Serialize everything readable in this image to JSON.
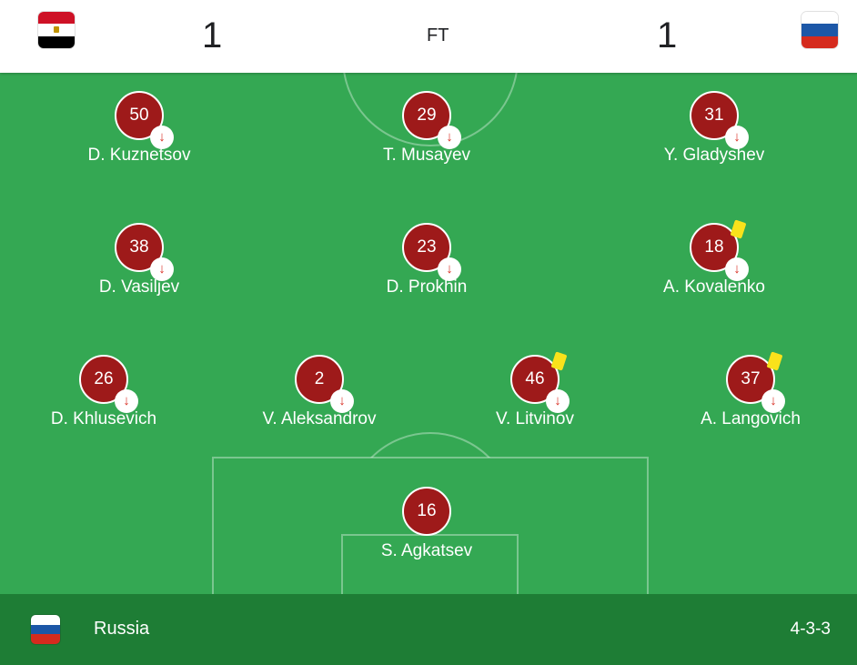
{
  "header": {
    "home_score": "1",
    "away_score": "1",
    "status": "FT",
    "home_flag_icon": "egypt-flag-icon",
    "away_flag_icon": "russia-flag-icon"
  },
  "colors": {
    "pitch": "#34a853",
    "footer": "#1e7d35",
    "badge": "#9e1a1a",
    "yellow_card": "#f9e21b",
    "sub_arrow": "#d93025"
  },
  "lineup": {
    "players": [
      {
        "number": "50",
        "name": "D. Kuznetsov",
        "substituted": true,
        "yellow_card": false
      },
      {
        "number": "29",
        "name": "T. Musayev",
        "substituted": true,
        "yellow_card": false
      },
      {
        "number": "31",
        "name": "Y. Gladyshev",
        "substituted": true,
        "yellow_card": false
      },
      {
        "number": "38",
        "name": "D. Vasiljev",
        "substituted": true,
        "yellow_card": false
      },
      {
        "number": "23",
        "name": "D. Prokhin",
        "substituted": true,
        "yellow_card": false
      },
      {
        "number": "18",
        "name": "A. Kovalenko",
        "substituted": true,
        "yellow_card": true
      },
      {
        "number": "26",
        "name": "D. Khlusevich",
        "substituted": true,
        "yellow_card": false
      },
      {
        "number": "2",
        "name": "V. Aleksandrov",
        "substituted": true,
        "yellow_card": false
      },
      {
        "number": "46",
        "name": "V. Litvinov",
        "substituted": true,
        "yellow_card": true
      },
      {
        "number": "37",
        "name": "A. Langovich",
        "substituted": true,
        "yellow_card": true
      },
      {
        "number": "16",
        "name": "S. Agkatsev",
        "substituted": false,
        "yellow_card": false
      }
    ],
    "sub_icon_glyph": "↓"
  },
  "footer": {
    "team_name": "Russia",
    "formation": "4-3-3"
  }
}
